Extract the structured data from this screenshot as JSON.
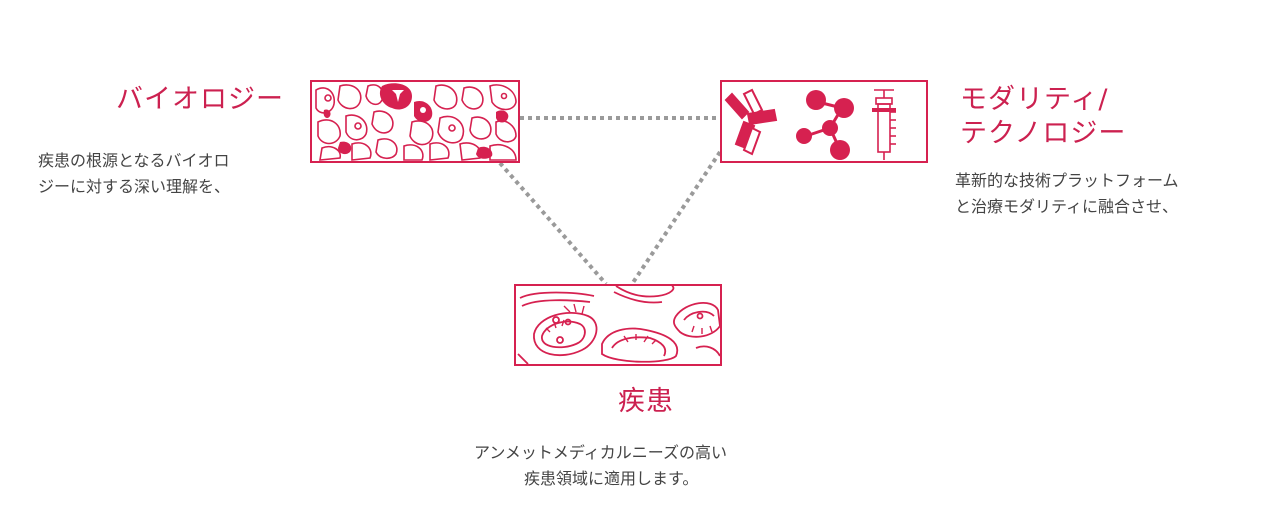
{
  "biology": {
    "title": "バイオロジー",
    "desc_line1": "疾患の根源となるバイオロ",
    "desc_line2": "ジーに対する深い理解を、"
  },
  "modality": {
    "title_line1": "モダリティ/",
    "title_line2": "テクノロジー",
    "desc_line1": "革新的な技術プラットフォーム",
    "desc_line2": "と治療モダリティに融合させ、"
  },
  "disease": {
    "title": "疾患",
    "desc_line1": "アンメットメディカルニーズの高い",
    "desc_line2": "疾患領域に適用します。"
  },
  "colors": {
    "accent": "#cc2150",
    "text": "#444444",
    "connector": "#9a9a9a"
  },
  "icons": {
    "biology_box": "cells-illustration-icon",
    "modality_box": "antibody-molecule-syringe-icon",
    "disease_box": "diseased-cells-illustration-icon"
  }
}
